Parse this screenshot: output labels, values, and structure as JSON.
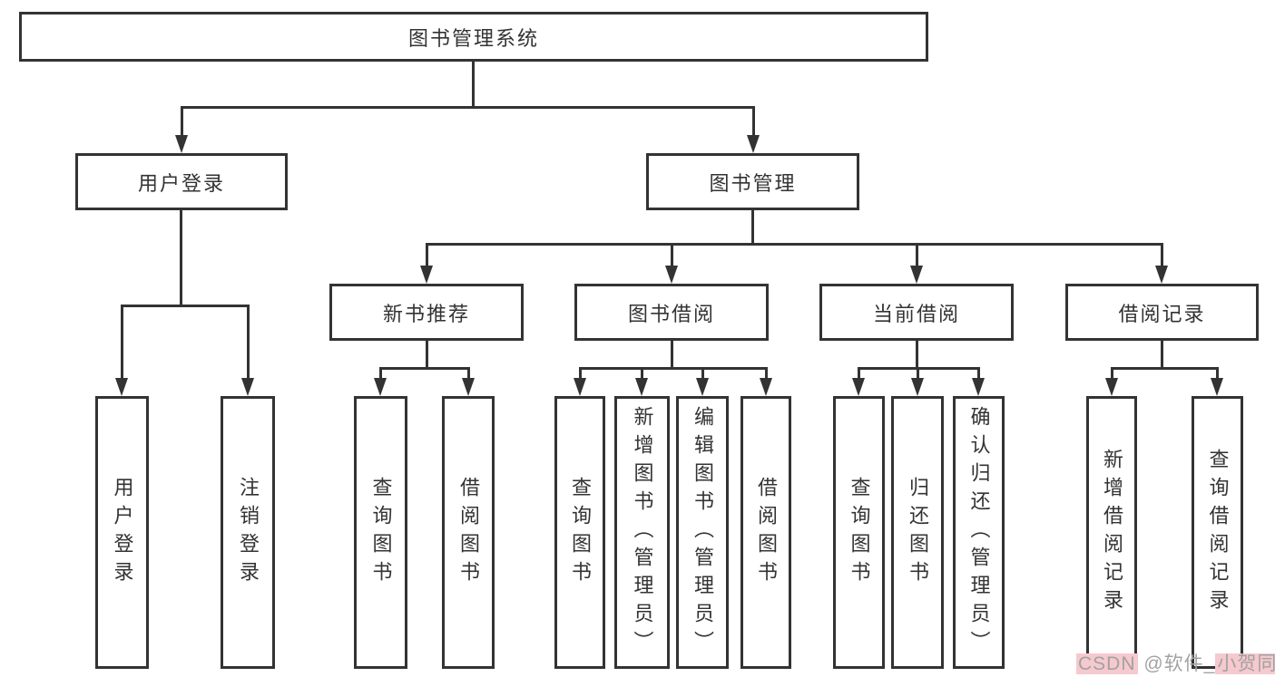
{
  "diagram": {
    "root_label": "图书管理系统",
    "branches": {
      "user_login": {
        "label": "用户登录",
        "children": [
          "用户登录",
          "注销登录"
        ]
      },
      "book_mgmt": {
        "label": "图书管理",
        "new_book": {
          "label": "新书推荐",
          "children": [
            "查询图书",
            "借阅图书"
          ]
        },
        "borrow": {
          "label": "图书借阅",
          "children": [
            "查询图书",
            "新增图书（管理员）",
            "编辑图书（管理员）",
            "借阅图书"
          ]
        },
        "current": {
          "label": "当前借阅",
          "children": [
            "查询图书",
            "归还图书",
            "确认归还（管理员）"
          ]
        },
        "records": {
          "label": "借阅记录",
          "children": [
            "新增借阅记录",
            "查询借阅记录"
          ]
        }
      }
    }
  },
  "watermark": {
    "seg1": "CSDN",
    "seg2": " @软件_",
    "seg3": "小贺同学"
  },
  "colors": {
    "line": "#333333",
    "box_background": "#ffffff",
    "watermark_text": "#a2a2a2",
    "watermark_highlight": "#f6c9ce"
  }
}
